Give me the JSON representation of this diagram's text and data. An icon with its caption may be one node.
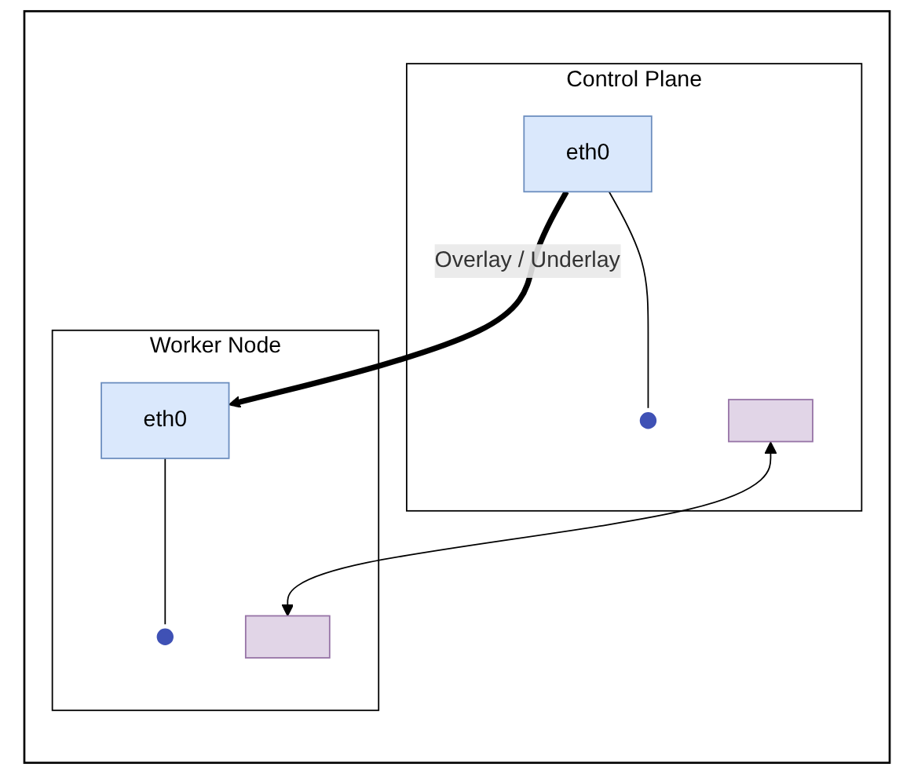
{
  "diagram": {
    "nodes": [
      {
        "text": [],
        "shape": "box"
      },
      {
        "text": [
          "Control Plane"
        ],
        "in": 0
      },
      {
        "text": [
          "eth0"
        ],
        "in": 1
      },
      {
        "text": [],
        "shape": "circle",
        "in": 1
      },
      {
        "text": [],
        "shape": "box",
        "in": 1
      },
      {
        "text": [
          "Worker Node"
        ],
        "in": 0
      },
      {
        "text": [
          "eth0"
        ],
        "in": 5
      },
      {
        "text": [],
        "shape": "circle",
        "in": 5
      },
      {
        "text": [],
        "shape": "box",
        "in": 5
      }
    ],
    "edges": [
      {
        "from": 2,
        "to": 6,
        "arrow": "to",
        "label": "Overlay / Underlay",
        "style": "thick"
      },
      {
        "from": 2,
        "to": 3,
        "arrow": "none"
      },
      {
        "from": 6,
        "to": 7,
        "arrow": "none"
      },
      {
        "from": 4,
        "to": 8,
        "arrow": "both"
      }
    ]
  }
}
